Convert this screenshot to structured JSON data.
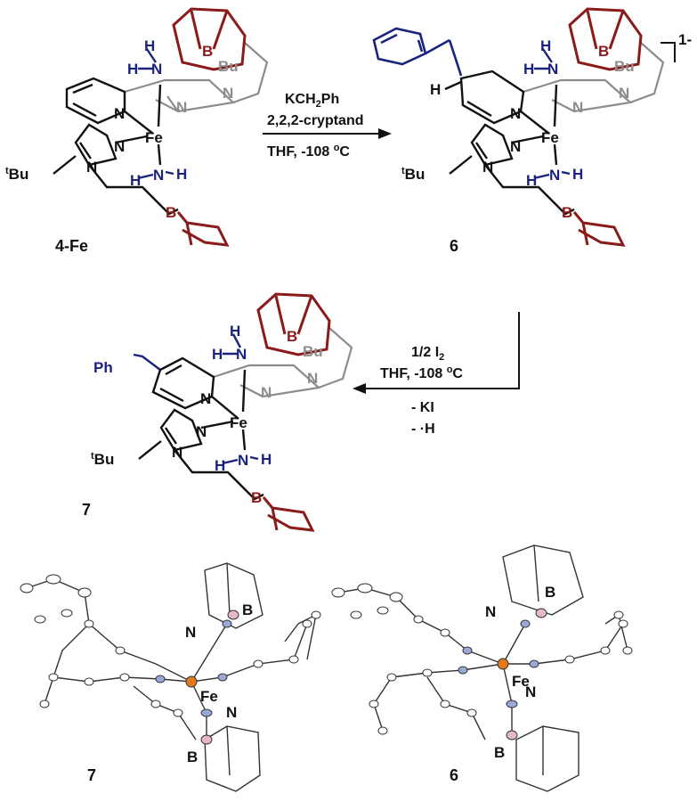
{
  "colors": {
    "black": "#111111",
    "grey": "#8c8c8c",
    "boron": "#8b1a1a",
    "nitrogen": "#1a237e",
    "iron": "#e07a1a",
    "atom_blue": "#9aa8d8",
    "atom_pink": "#e6b8c4"
  },
  "scheme": {
    "charge": "1-",
    "compounds": {
      "c1": {
        "label": "4-Fe"
      },
      "c2": {
        "label": "6"
      },
      "c3": {
        "label": "7"
      }
    },
    "atoms": {
      "fe": "Fe",
      "b": "B",
      "n": "N",
      "h": "H",
      "tbu": "tBu",
      "tbu_sup": "t",
      "tbu_base": "Bu",
      "bu_partial": "Bu",
      "ph": "Ph"
    },
    "arrow1": {
      "reagent_prefix": "KCH",
      "reagent_sub": "2",
      "reagent_suffix": "Ph",
      "line2": "2,2,2-cryptand",
      "line3_prefix": "THF,  -108 ",
      "line3_sup": "o",
      "line3_suffix": "C"
    },
    "arrow2": {
      "reagent_prefix": "1/2 I",
      "reagent_sub": "2",
      "line2_prefix": "THF,  -108 ",
      "line2_sup": "o",
      "line2_suffix": "C",
      "line3": "- KI",
      "line4": "- ·H"
    }
  },
  "crystal": {
    "left": {
      "label": "7",
      "n_top": "N",
      "b_top": "B",
      "fe": "Fe",
      "n_bot": "N",
      "b_bot": "B"
    },
    "right": {
      "label": "6",
      "n_top": "N",
      "b_top": "B",
      "fe": "Fe",
      "n_bot": "N",
      "b_bot": "B"
    }
  }
}
